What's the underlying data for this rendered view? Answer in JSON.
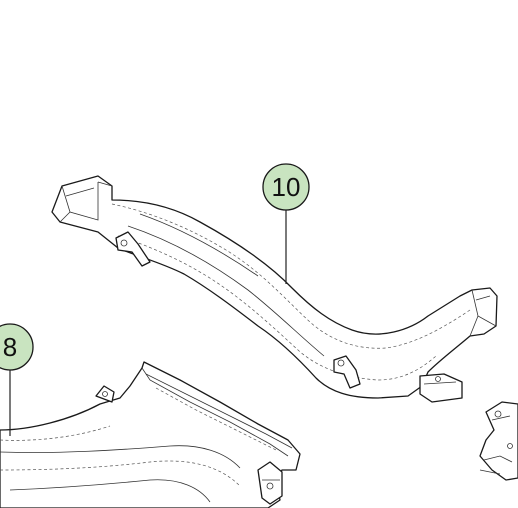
{
  "callouts": [
    {
      "id": "callout-10",
      "label": "10"
    },
    {
      "id": "callout-8",
      "label": "8"
    }
  ],
  "colors": {
    "callout_fill": "#c9e4c0",
    "callout_stroke": "#1a1a1a",
    "line": "#1a1a1a",
    "background": "#ffffff"
  }
}
